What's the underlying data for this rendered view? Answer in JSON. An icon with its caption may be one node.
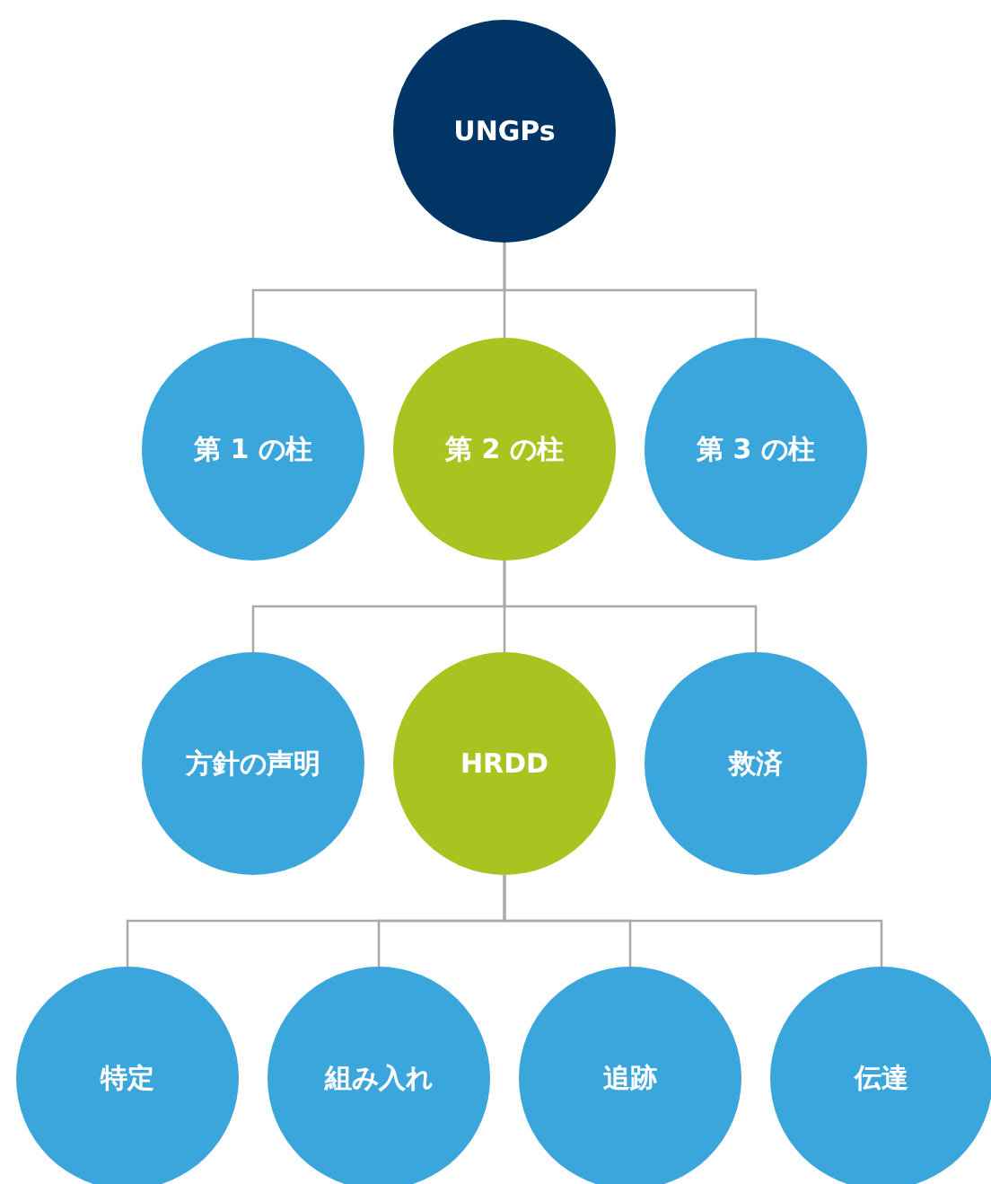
{
  "diagram": {
    "nodes": [
      {
        "text": [
          "UNGPs"
        ]
      },
      {
        "text": [
          "第 1 の柱"
        ]
      },
      {
        "text": [
          "第 2 の柱"
        ]
      },
      {
        "text": [
          "第 3 の柱"
        ]
      },
      {
        "text": [
          "方針の声明"
        ]
      },
      {
        "text": [
          "HRDD"
        ]
      },
      {
        "text": [
          "救済"
        ]
      },
      {
        "text": [
          "特定"
        ]
      },
      {
        "text": [
          "組み入れ"
        ]
      },
      {
        "text": [
          "追跡"
        ]
      },
      {
        "text": [
          "伝達"
        ]
      }
    ],
    "edges": [
      {
        "from": 0,
        "to": 1,
        "arrow": "none"
      },
      {
        "from": 0,
        "to": 2,
        "arrow": "none"
      },
      {
        "from": 0,
        "to": 3,
        "arrow": "none"
      },
      {
        "from": 2,
        "to": 4,
        "arrow": "none"
      },
      {
        "from": 2,
        "to": 5,
        "arrow": "none"
      },
      {
        "from": 2,
        "to": 6,
        "arrow": "none"
      },
      {
        "from": 5,
        "to": 7,
        "arrow": "none"
      },
      {
        "from": 5,
        "to": 8,
        "arrow": "none"
      },
      {
        "from": 5,
        "to": 9,
        "arrow": "none"
      },
      {
        "from": 5,
        "to": 10,
        "arrow": "none"
      }
    ]
  }
}
